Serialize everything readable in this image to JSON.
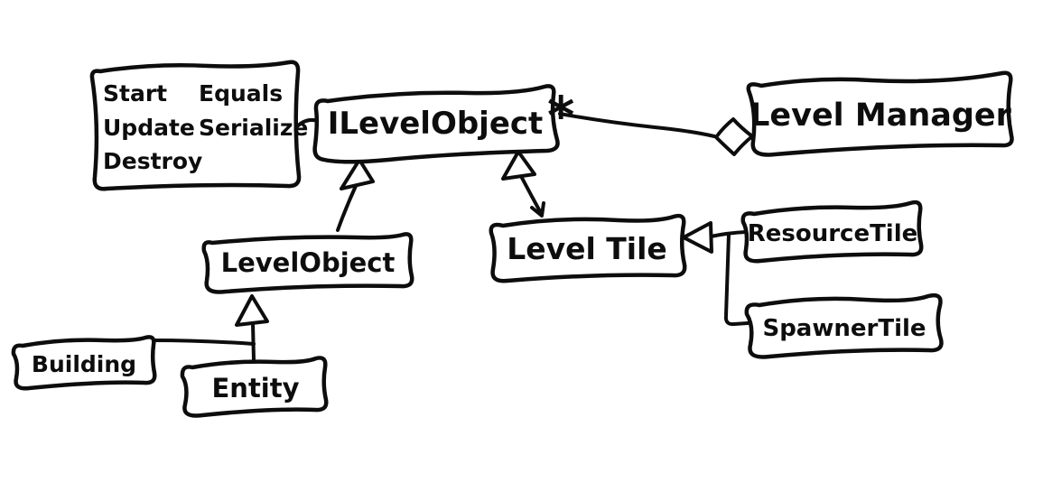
{
  "canvas": {
    "background": "#ffffff",
    "ink": "#0d0d0d"
  },
  "interface": {
    "title": "ILevelObject",
    "methods_box": {
      "col1": [
        "Start",
        "Update",
        "Destroy"
      ],
      "col2": [
        "Equals",
        "Serialize"
      ]
    }
  },
  "classes": {
    "level_manager": {
      "label": "Level Manager"
    },
    "level_object": {
      "label": "LevelObject"
    },
    "level_tile": {
      "label": "Level Tile"
    },
    "resource_tile": {
      "label": "ResourceTile"
    },
    "spawner_tile": {
      "label": "SpawnerTile"
    },
    "building": {
      "label": "Building"
    },
    "entity": {
      "label": "Entity"
    }
  },
  "relations": {
    "aggregation": {
      "from": "ILevelObject",
      "to": "Level Manager",
      "multiplicity": "*",
      "kind": "aggregation"
    },
    "inheritance": [
      {
        "from": "LevelObject",
        "to": "ILevelObject"
      },
      {
        "from": "LevelTile",
        "to": "ILevelObject"
      },
      {
        "from": "ResourceTile",
        "to": "LevelTile"
      },
      {
        "from": "SpawnerTile",
        "to": "LevelTile"
      },
      {
        "from": "Building",
        "to": "LevelObject"
      },
      {
        "from": "Entity",
        "to": "LevelObject"
      }
    ],
    "note_link": {
      "from": "methods-note",
      "to": "ILevelObject"
    }
  }
}
